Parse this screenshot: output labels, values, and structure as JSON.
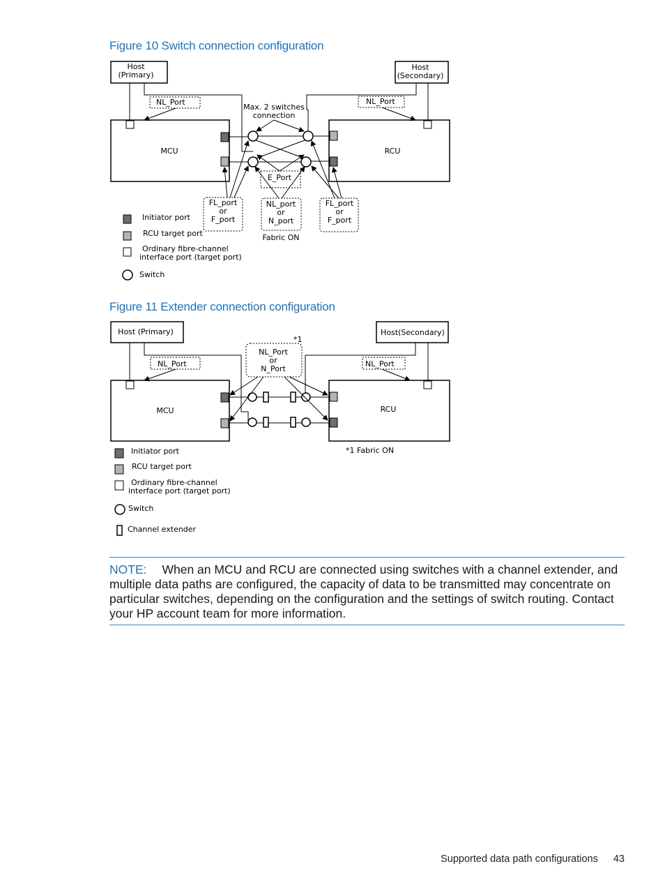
{
  "figure10": {
    "title": "Figure 10 Switch connection configuration",
    "host_primary": [
      "Host",
      "(Primary)"
    ],
    "host_secondary": [
      "Host",
      "(Secondary)"
    ],
    "nl_port_left": "NL_Port",
    "nl_port_right": "NL_Port",
    "max_switches": [
      "Max. 2 switches",
      "connection"
    ],
    "mcu": "MCU",
    "rcu": "RCU",
    "e_port": "E_Port",
    "fl_left": [
      "FL_port",
      "or",
      "F_port"
    ],
    "nl_mid": [
      "NL_port",
      "or",
      "N_port"
    ],
    "fl_right": [
      "FL_port",
      "or",
      "F_port"
    ],
    "fabric": "Fabric ON",
    "legend": {
      "initiator": "Initiator port",
      "rcu_target": "RCU target port",
      "ordinary": [
        "Ordinary fibre-channel",
        "interface port (target port)"
      ],
      "switch": "Switch"
    }
  },
  "figure11": {
    "title": "Figure 11 Extender connection configuration",
    "host_primary": "Host (Primary)",
    "host_secondary": "Host(Secondary)",
    "nl_port_left": "NL_Port",
    "nl_port_right": "NL_Port",
    "nl_center": [
      "NL_Port",
      "or",
      "N_Port"
    ],
    "star": "*1",
    "mcu": "MCU",
    "rcu": "RCU",
    "fabric_note": "*1 Fabric ON",
    "legend": {
      "initiator": "Initiator port",
      "rcu_target": "RCU target port",
      "ordinary": [
        "Ordinary fibre-channel",
        "interface port (target port)"
      ],
      "switch": "Switch",
      "extender": "Channel extender"
    }
  },
  "note": {
    "label": "NOTE:",
    "text": "When an MCU and RCU are connected using switches with a channel extender, and multiple data paths are configured, the capacity of data to be transmitted may concentrate on particular switches, depending on the configuration and the settings of switch routing. Contact your HP account team for more information."
  },
  "footer": {
    "section": "Supported data path configurations",
    "page": "43"
  },
  "colors": {
    "accent": "#1f72b8",
    "initiator_port": "#6e6e6e",
    "rcu_target_port": "#b4b4b4"
  }
}
